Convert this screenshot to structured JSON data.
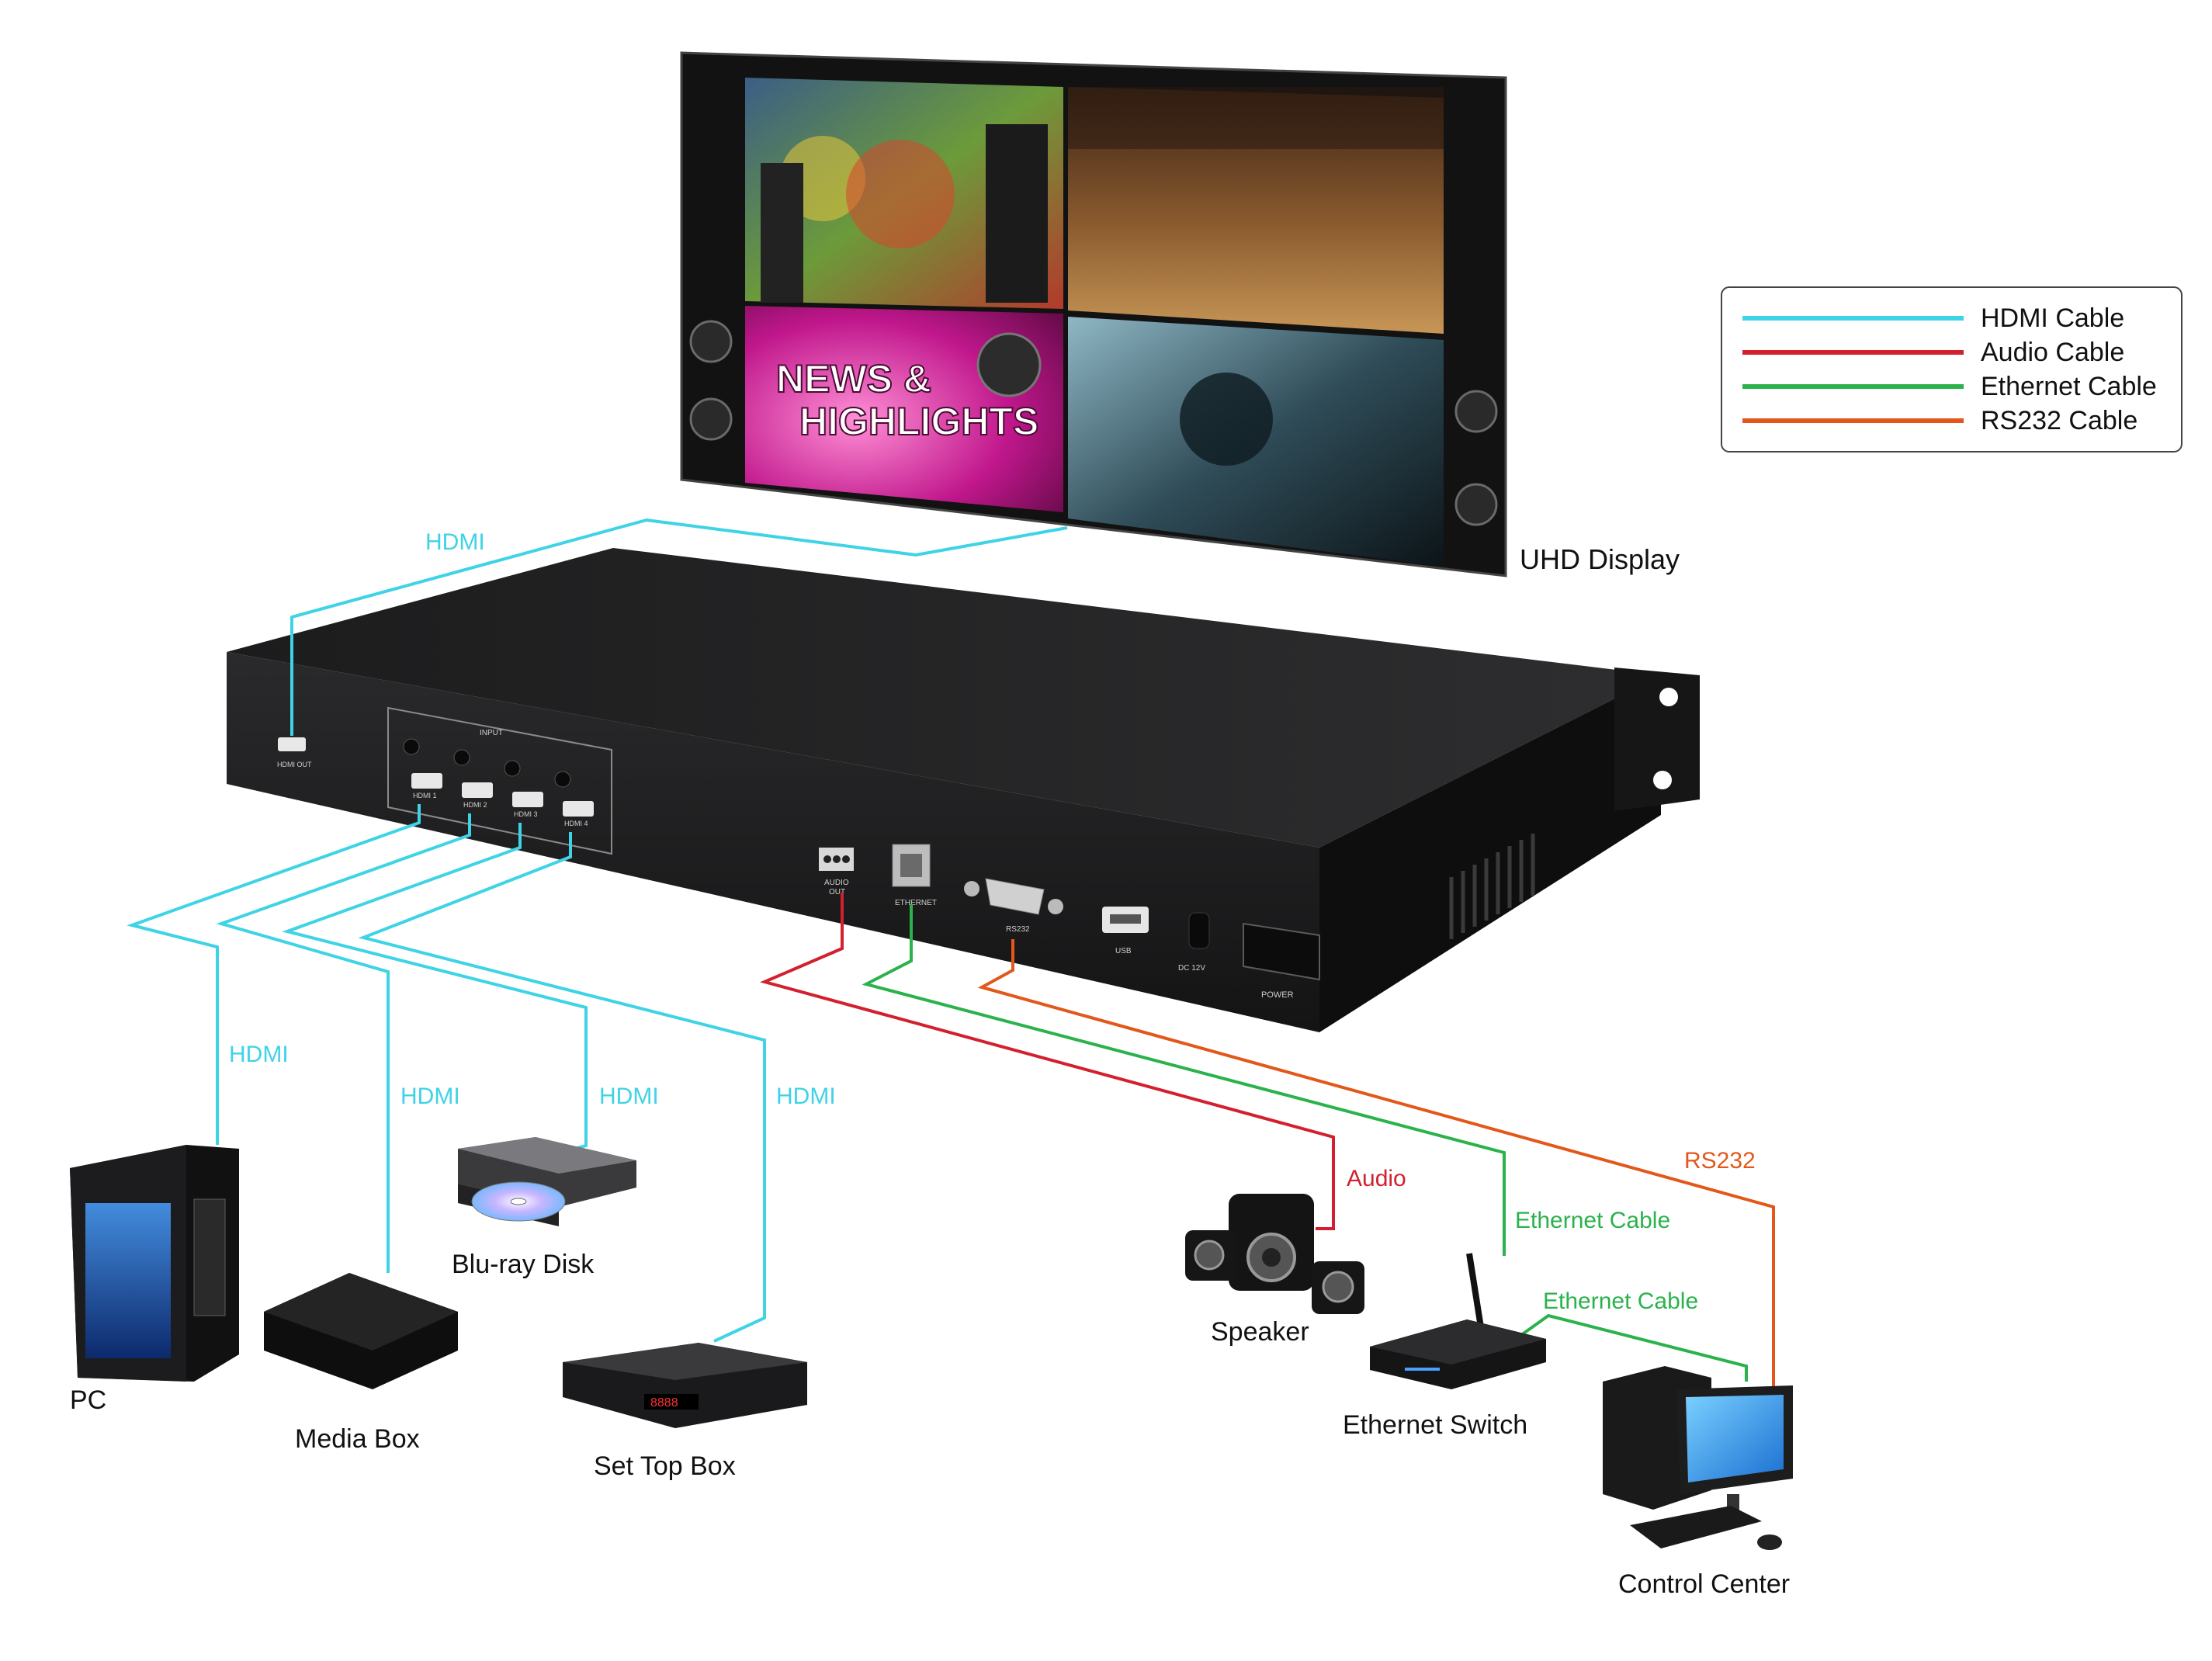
{
  "colors": {
    "hdmi": "#3fd3e6",
    "audio": "#d2202e",
    "ethernet": "#2bb24c",
    "rs232": "#e2581b",
    "device_body": "#1d1d1f",
    "text": "#111111"
  },
  "legend": {
    "items": [
      {
        "label": "HDMI Cable",
        "color_key": "hdmi"
      },
      {
        "label": "Audio Cable",
        "color_key": "audio"
      },
      {
        "label": "Ethernet Cable",
        "color_key": "ethernet"
      },
      {
        "label": "RS232 Cable",
        "color_key": "rs232"
      }
    ]
  },
  "display": {
    "label": "UHD Display",
    "screen_text_line1": "NEWS &",
    "screen_text_line2": "HIGHLIGHTS"
  },
  "unit": {
    "panel_labels": {
      "hdmi_out": "HDMI OUT",
      "input": "INPUT",
      "hdmi1": "HDMI 1",
      "hdmi2": "HDMI 2",
      "hdmi3": "HDMI 3",
      "hdmi4": "HDMI 4",
      "audio_out_1": "AUDIO",
      "audio_out_2": "OUT",
      "ethernet": "ETHERNET",
      "rs232": "RS232",
      "usb": "USB",
      "dc": "DC 12V",
      "power": "POWER"
    }
  },
  "cable_labels": {
    "top_hdmi": "HDMI",
    "pc_hdmi": "HDMI",
    "media_hdmi": "HDMI",
    "bluray_hdmi": "HDMI",
    "stb_hdmi": "HDMI",
    "audio": "Audio",
    "ethernet_1": "Ethernet Cable",
    "ethernet_2": "Ethernet Cable",
    "rs232": "RS232"
  },
  "devices": {
    "pc": "PC",
    "media_box": "Media Box",
    "bluray": "Blu-ray Disk",
    "set_top_box": "Set Top Box",
    "stb_display": "8888",
    "speaker": "Speaker",
    "ethernet_switch": "Ethernet Switch",
    "control_center": "Control Center"
  }
}
